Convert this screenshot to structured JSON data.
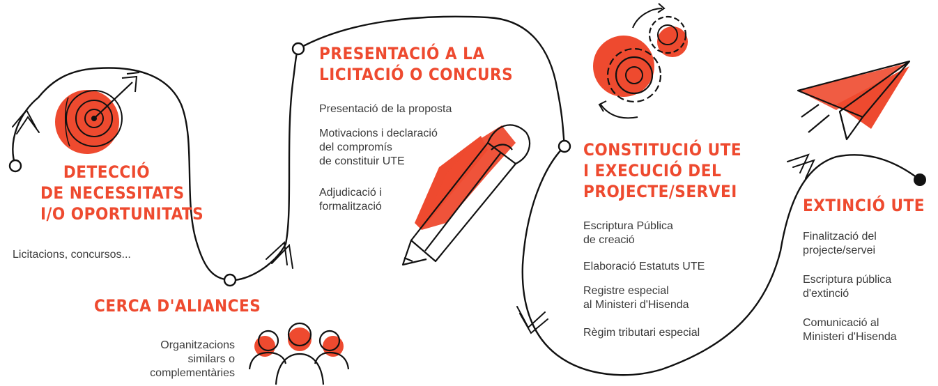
{
  "stages": [
    {
      "id": "deteccio",
      "title_lines": [
        "DETECCIÓ",
        "DE NECESSITATS",
        "I/O OPORTUNITATS"
      ],
      "items": [
        [
          "Licitacions, concursos..."
        ]
      ]
    },
    {
      "id": "cerca",
      "title_lines": [
        "CERCA D'ALIANCES"
      ],
      "items": [
        [
          "Organitzacions",
          "similars o",
          "complementàries"
        ]
      ]
    },
    {
      "id": "presentacio",
      "title_lines": [
        "PRESENTACIÓ A LA",
        "LICITACIÓ O CONCURS"
      ],
      "items": [
        [
          "Presentació de la proposta"
        ],
        [
          "Motivacions i declaració",
          "del compromís",
          "de constituir UTE"
        ],
        [
          "Adjudicació i",
          "formalització"
        ]
      ]
    },
    {
      "id": "constitucio",
      "title_lines": [
        "CONSTITUCIÓ UTE",
        "I EXECUCIÓ DEL",
        "PROJECTE/SERVEI"
      ],
      "items": [
        [
          "Escriptura Pública",
          "de creació"
        ],
        [
          "Elaboració Estatuts UTE"
        ],
        [
          "Registre especial",
          "al Ministeri d'Hisenda"
        ],
        [
          "Règim tributari especial"
        ]
      ]
    },
    {
      "id": "extincio",
      "title_lines": [
        "EXTINCIÓ UTE"
      ],
      "items": [
        [
          "Finalització del",
          "projecte/servei"
        ],
        [
          "Escriptura pública",
          "d'extinció"
        ],
        [
          "Comunicació al",
          "Ministeri d'Hisenda"
        ]
      ]
    }
  ],
  "colors": {
    "accent": "#ee4a2f",
    "line": "#111111",
    "text": "#3a3a3a"
  },
  "icons": [
    "target-icon",
    "people-icon",
    "pencil-icon",
    "gears-icon",
    "paper-plane-icon"
  ]
}
